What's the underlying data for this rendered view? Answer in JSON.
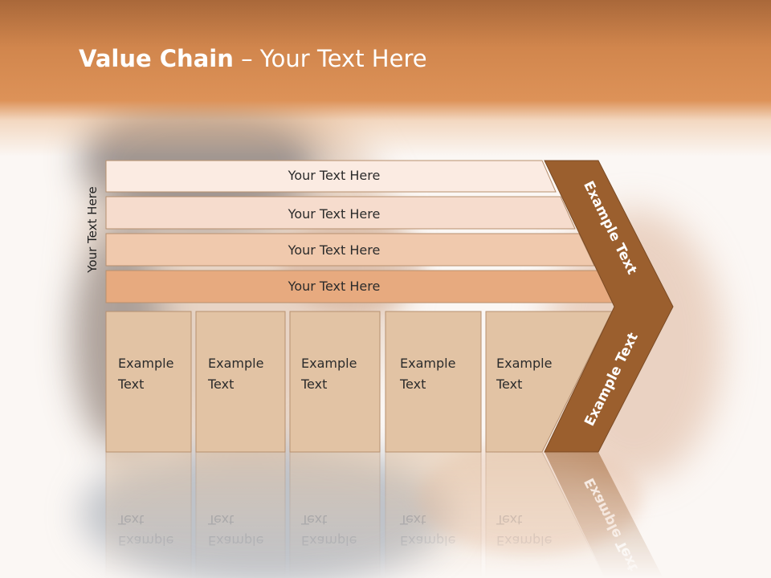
{
  "slide": {
    "title_bold": "Value Chain",
    "title_rest": " – Your Text Here",
    "side_label": "Your Text Here"
  },
  "bars": [
    {
      "label": "Your Text Here"
    },
    {
      "label": "Your Text Here"
    },
    {
      "label": "Your Text Here"
    },
    {
      "label": "Your Text Here"
    }
  ],
  "boxes": [
    {
      "line1": "Example",
      "line2": "Text"
    },
    {
      "line1": "Example",
      "line2": "Text"
    },
    {
      "line1": "Example",
      "line2": "Text"
    },
    {
      "line1": "Example",
      "line2": "Text"
    },
    {
      "line1": "Example",
      "line2": "Text"
    }
  ],
  "chevron": {
    "upper_label": "Example Text",
    "lower_label": "Example Text"
  },
  "colors": {
    "header": "#d1864d",
    "chevron": "#9b5f2e",
    "bar_colors": [
      "#fbebe2",
      "#f6dccd",
      "#f0c9ad",
      "#e7aa7f"
    ],
    "box_fill": "#e2c3a4"
  }
}
